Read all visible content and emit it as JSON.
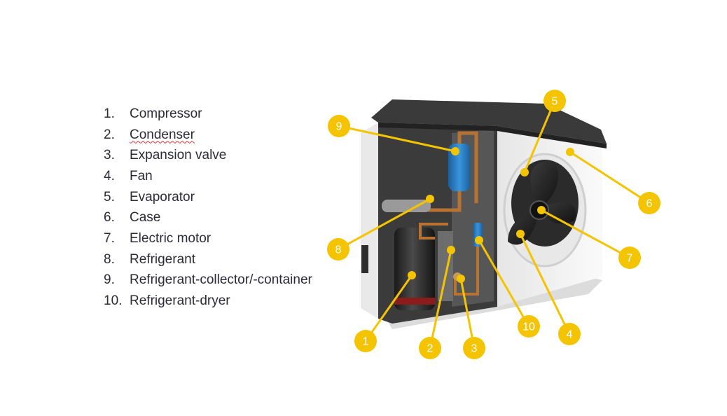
{
  "legend": {
    "items": [
      {
        "number": "1.",
        "label": "Compressor"
      },
      {
        "number": "2.",
        "label": "Condenser"
      },
      {
        "number": "3.",
        "label": "Expansion valve"
      },
      {
        "number": "4.",
        "label": "Fan"
      },
      {
        "number": "5.",
        "label": "Evaporator"
      },
      {
        "number": "6.",
        "label": "Case"
      },
      {
        "number": "7.",
        "label": "Electric motor"
      },
      {
        "number": "8.",
        "label": "Refrigerant"
      },
      {
        "number": "9.",
        "label": "Refrigerant-collector/-container"
      },
      {
        "number": "10.",
        "label": "Refrigerant-dryer"
      }
    ]
  },
  "callouts": [
    "1",
    "2",
    "3",
    "4",
    "5",
    "6",
    "7",
    "8",
    "9",
    "10"
  ],
  "colors": {
    "callout": "#f5c400",
    "leader": "#f5c400",
    "text": "#2b2b3a",
    "case_top": "#3c3c3c",
    "case_body": "#f2f2f2",
    "interior": "#3a3a3a",
    "receiver": "#2a7fc4"
  }
}
